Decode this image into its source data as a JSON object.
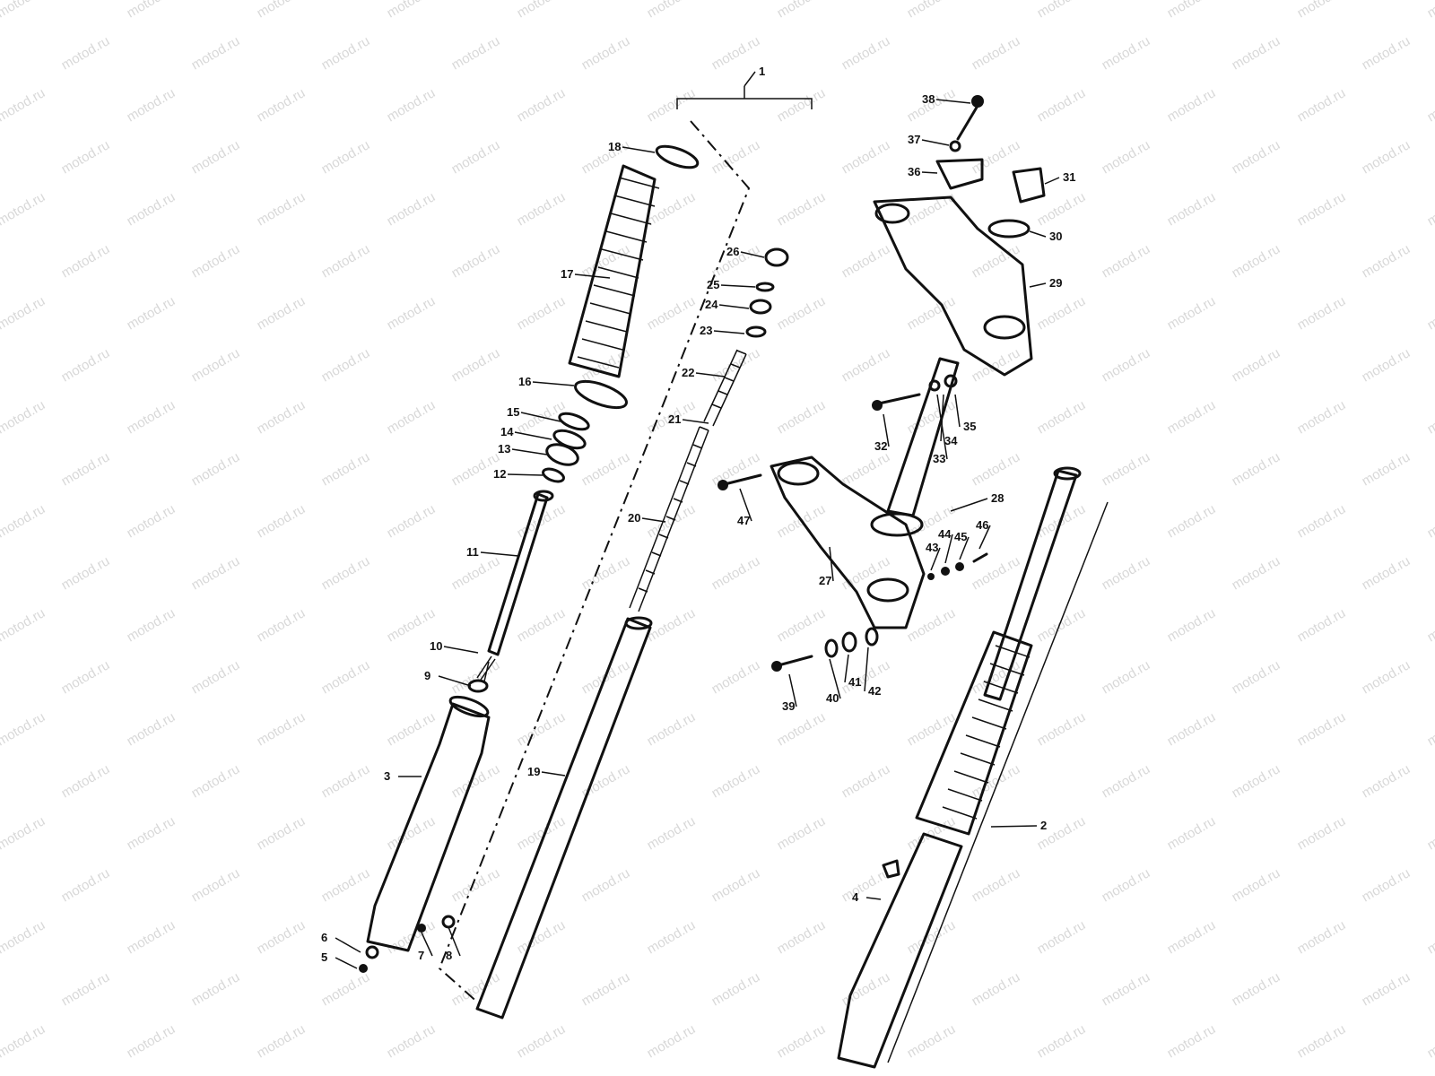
{
  "watermark": "motod.ru",
  "colors": {
    "ink": "#111111",
    "watermark": "#b9b9b9",
    "background": "#ffffff"
  },
  "callouts": [
    {
      "id": "1",
      "text": "1"
    },
    {
      "id": "2",
      "text": "2"
    },
    {
      "id": "3",
      "text": "3"
    },
    {
      "id": "4",
      "text": "4"
    },
    {
      "id": "5",
      "text": "5"
    },
    {
      "id": "6",
      "text": "6"
    },
    {
      "id": "7",
      "text": "7"
    },
    {
      "id": "8",
      "text": "8"
    },
    {
      "id": "9",
      "text": "9"
    },
    {
      "id": "10",
      "text": "10"
    },
    {
      "id": "11",
      "text": "11"
    },
    {
      "id": "12",
      "text": "12"
    },
    {
      "id": "13",
      "text": "13"
    },
    {
      "id": "14",
      "text": "14"
    },
    {
      "id": "15",
      "text": "15"
    },
    {
      "id": "16",
      "text": "16"
    },
    {
      "id": "17",
      "text": "17"
    },
    {
      "id": "18",
      "text": "18"
    },
    {
      "id": "19",
      "text": "19"
    },
    {
      "id": "20",
      "text": "20"
    },
    {
      "id": "21",
      "text": "21"
    },
    {
      "id": "22",
      "text": "22"
    },
    {
      "id": "23",
      "text": "23"
    },
    {
      "id": "24",
      "text": "24"
    },
    {
      "id": "25",
      "text": "25"
    },
    {
      "id": "26",
      "text": "26"
    },
    {
      "id": "27",
      "text": "27"
    },
    {
      "id": "28",
      "text": "28"
    },
    {
      "id": "29",
      "text": "29"
    },
    {
      "id": "30",
      "text": "30"
    },
    {
      "id": "31",
      "text": "31"
    },
    {
      "id": "32",
      "text": "32"
    },
    {
      "id": "33",
      "text": "33"
    },
    {
      "id": "34",
      "text": "34"
    },
    {
      "id": "35",
      "text": "35"
    },
    {
      "id": "36",
      "text": "36"
    },
    {
      "id": "37",
      "text": "37"
    },
    {
      "id": "38",
      "text": "38"
    },
    {
      "id": "39",
      "text": "39"
    },
    {
      "id": "40",
      "text": "40"
    },
    {
      "id": "41",
      "text": "41"
    },
    {
      "id": "42",
      "text": "42"
    },
    {
      "id": "43",
      "text": "43"
    },
    {
      "id": "44",
      "text": "44"
    },
    {
      "id": "45",
      "text": "45"
    },
    {
      "id": "46",
      "text": "46"
    },
    {
      "id": "47",
      "text": "47"
    }
  ]
}
